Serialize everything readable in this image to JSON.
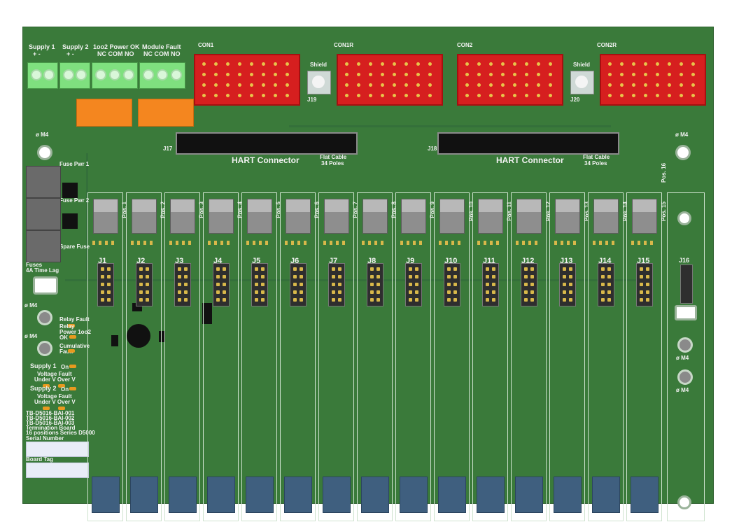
{
  "terminals": {
    "supply1": {
      "label": "Supply 1",
      "pins": "+   -"
    },
    "supply2": {
      "label": "Supply 2",
      "pins": "+   -"
    },
    "power_ok": {
      "label": "1oo2 Power OK",
      "pins": "NC COM NO"
    },
    "module_fault": {
      "label": "Module Fault",
      "pins": "NC COM NO"
    }
  },
  "connectors": {
    "con1": "CON1",
    "con1r": "CON1R",
    "con2": "CON2",
    "con2r": "CON2R",
    "j19": "J19",
    "j20": "J20",
    "shield": "Shield",
    "j17": "J17",
    "j18": "J18",
    "hart": "HART Connector",
    "flat1": "Flat Cable",
    "flat2": "34 Poles"
  },
  "holes": {
    "m4": "ø M4"
  },
  "fuses": {
    "pwr1": "Fuse Pwr 1",
    "pwr2": "Fuse Pwr 2",
    "spare": "Spare Fuse",
    "title1": "Fuses",
    "title2": "4A Time Lag"
  },
  "status": {
    "relay_fault": "Relay Fault",
    "relay_power1": "Relay",
    "relay_power2": "Power 1oo2",
    "relay_power3": "OK",
    "cumulative1": "Cumulative",
    "cumulative2": "Fault",
    "s1": "Supply 1",
    "s2": "Supply 2",
    "on": "On",
    "vfault": "Voltage Fault",
    "underover": "Under V  Over V"
  },
  "board_info": {
    "line1": "TB-D5016-BAI-001",
    "line2": "TB-D5016-BAI-002",
    "line3": "TB-D5016-BAI-003",
    "line4": "Termination Board",
    "line5": "16 positions Series D5000",
    "serial": "Serial Number",
    "tag": "Board Tag"
  },
  "slots": [
    {
      "j": "J1",
      "pos": "Pos. 1"
    },
    {
      "j": "J2",
      "pos": "Pos. 2"
    },
    {
      "j": "J3",
      "pos": "Pos. 3"
    },
    {
      "j": "J4",
      "pos": "Pos. 4"
    },
    {
      "j": "J5",
      "pos": "Pos. 5"
    },
    {
      "j": "J6",
      "pos": "Pos. 6"
    },
    {
      "j": "J7",
      "pos": "Pos. 7"
    },
    {
      "j": "J8",
      "pos": "Pos. 8"
    },
    {
      "j": "J9",
      "pos": "Pos. 9"
    },
    {
      "j": "J10",
      "pos": "Pos. 10"
    },
    {
      "j": "J11",
      "pos": "Pos. 11"
    },
    {
      "j": "J12",
      "pos": "Pos. 12"
    },
    {
      "j": "J13",
      "pos": "Pos. 13"
    },
    {
      "j": "J14",
      "pos": "Pos. 14"
    },
    {
      "j": "J15",
      "pos": "Pos. 15"
    },
    {
      "j": "",
      "pos": "Pos. 16"
    }
  ],
  "j16": "J16",
  "colors": {
    "board": "#3a7a3a",
    "terminal": "#7fe07f",
    "connector": "#d61f1f",
    "relay_cover": "#f4861f",
    "socket": "#3f5f7f"
  }
}
